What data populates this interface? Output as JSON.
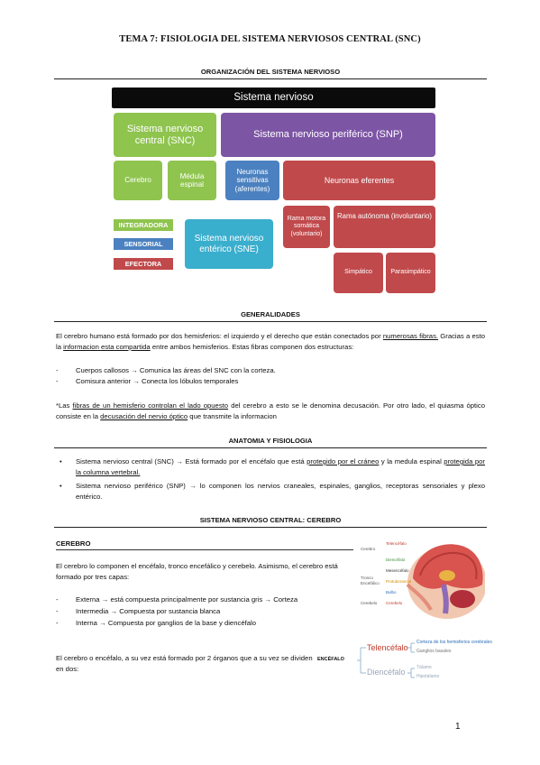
{
  "doc_title": "TEMA 7: FISIOLOGIA DEL SISTEMA NERVIOSOS CENTRAL (SNC)",
  "sec_organizacion": "ORGANIZACIÓN DEL SISTEMA NERVIOSO",
  "diagram": {
    "sistema_nervioso": "Sistema nervioso",
    "snc": "Sistema nervioso central (SNC)",
    "snp": "Sistema nervioso periférico (SNP)",
    "cerebro": "Cerebro",
    "medula": "Médula espinal",
    "sensitivas": "Neuronas sensitivas (aferentes)",
    "eferentes": "Neuronas eferentes",
    "somatica": "Rama motora somática (voluntario)",
    "autonoma": "Rama autónoma (involuntario)",
    "simpatico": "Simpático",
    "parasimpatico": "Parasimpático",
    "sne": "Sistema nervioso entérico (SNE)",
    "legend": [
      "INTEGRADORA",
      "SENSORIAL",
      "EFECTORA"
    ],
    "colors": {
      "black": "#0b0b0b",
      "green": "#8fc44f",
      "purple": "#7d55a5",
      "blue": "#4b81c0",
      "red": "#c0494b",
      "teal": "#3aaecd"
    }
  },
  "sec_generalidades": "GENERALIDADES",
  "gen_p1_a": "El cerebro humano está formado por dos hemisferios: el izquierdo y el derecho que están conectados por ",
  "gen_p1_u1": "numerosas fibras.",
  "gen_p1_b": " Gracias a esto la ",
  "gen_p1_u2": "informacion esta compartida",
  "gen_p1_c": " entre ambos hemisferios. Estas fibras componen dos estructuras:",
  "gen_list": [
    "Cuerpos callosos → Comunica las áreas del SNC con la corteza.",
    "Comisura anterior → Conecta los lóbulos temporales"
  ],
  "gen_p2_a": "*Las ",
  "gen_p2_u1": "fibras de un hemisferio controlan el lado opuesto",
  "gen_p2_b": " del cerebro a esto se le denomina decusación. Por otro lado, el quiasma óptico consiste en la ",
  "gen_p2_u2": "decusación del nervio óptico",
  "gen_p2_c": " que transmite la informacion",
  "sec_anatomia": "ANATOMIA Y FISIOLOGIA",
  "ana_b1_a": "Sistema nervioso central (SNC) → Está formado por el encéfalo que está ",
  "ana_b1_u1": "protegido por el cráneo",
  "ana_b1_b": " y la medula espinal ",
  "ana_b1_u2": "protegida por la columna vertebral.",
  "ana_b2": "Sistema nervioso periférico (SNP) → lo componen los nervios craneales, espinales, ganglios, receptoras sensoriales y plexo entérico.",
  "sec_snc": "SISTEMA NERVIOSO CENTRAL: CEREBRO",
  "cerebro_heading": "CEREBRO",
  "cer_p1": "El cerebro lo componen el encéfalo, tronco encefálico y cerebelo. Asimismo, el cerebro está formado por tres capas:",
  "cer_list": [
    "Externa → está compuesta principalmente por sustancia gris → Corteza",
    "Intermedia → Compuesta por sustancia blanca",
    "Interna → Compuesta por ganglios de la base y diencéfalo"
  ],
  "cer_p2": "El cerebro o encéfalo, a su vez está formado por 2 órganos que a su vez se dividen en dos:",
  "brain_labels": {
    "cerebro": "Cerebro",
    "tronco": "Tronco Encefálico",
    "cerebelo": "Cerebelo",
    "telencefalo": "Telencéfalo",
    "diencefalo": "Diencéfalo",
    "mesencefalo": "Mesencéfalo",
    "protuberancia": "Protuberancia",
    "bulbo": "Bulbo",
    "cerebelo2": "Cerebelo"
  },
  "tree": {
    "root": "ENCÉFALO",
    "telencefalo": "Telencéfalo",
    "diencefalo": "Diencéfalo",
    "corteza": "Corteza de los hemisferios cerebrales",
    "ganglios": "Ganglios basales",
    "talamo": "Tálamo",
    "hipotalamo": "Hipotálamo"
  },
  "page_number": "1"
}
